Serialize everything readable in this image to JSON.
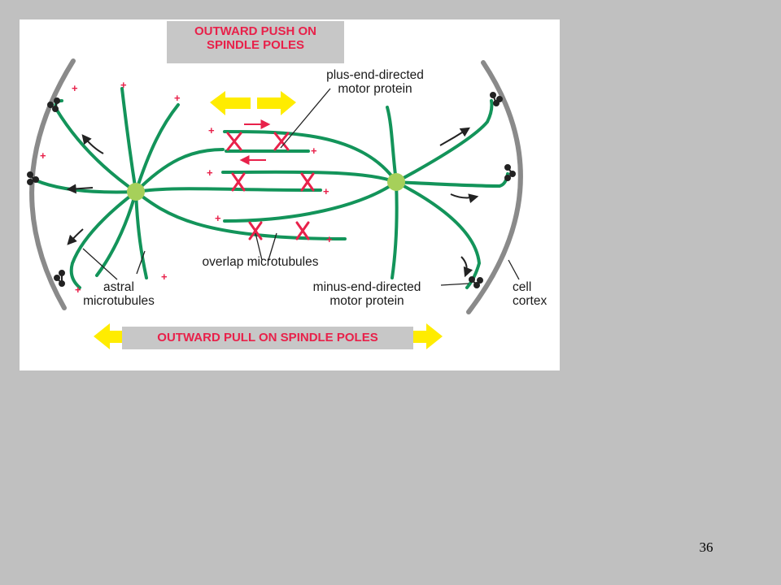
{
  "figure": {
    "push_box": {
      "line1": "OUTWARD PUSH ON",
      "line2": "SPINDLE POLES"
    },
    "pull_box": {
      "text": "OUTWARD PULL ON SPINDLE POLES"
    },
    "labels": {
      "plus_motor_line1": "plus-end-directed",
      "plus_motor_line2": "motor protein",
      "overlap": "overlap microtubules",
      "minus_motor_line1": "minus-end-directed",
      "minus_motor_line2": "motor protein",
      "astral_line1": "astral",
      "astral_line2": "microtubules",
      "cortex_line1": "cell",
      "cortex_line2": "cortex"
    },
    "plus_sign": "+",
    "colors": {
      "microtubule": "#13945a",
      "pole": "#a6d05a",
      "plus_end": "#e8214a",
      "motor": "#e8214a",
      "arrow_yellow": "#ffec00",
      "cortex": "#8a8a8a",
      "box": "#c7c7c7"
    }
  },
  "slide_number": "36"
}
